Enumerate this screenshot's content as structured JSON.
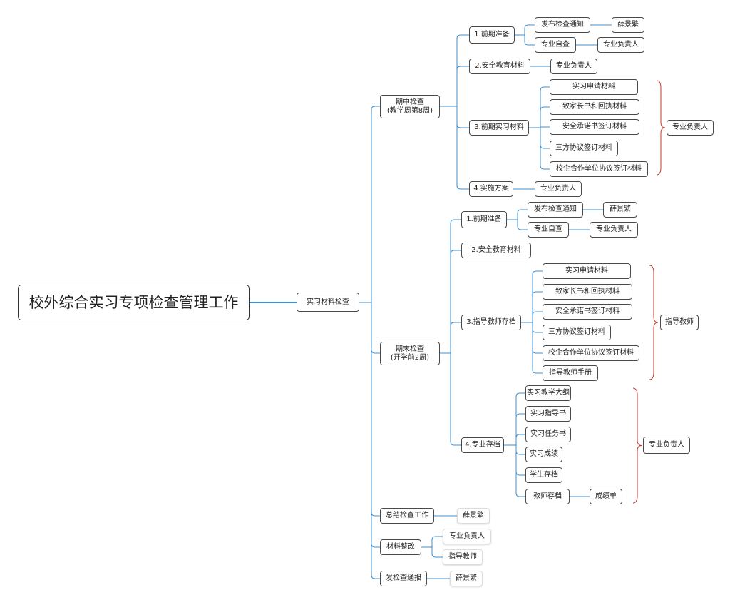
{
  "root": "校外综合实习专项检查管理工作",
  "main": "实习材料检查",
  "midterm": {
    "title": "期中检查",
    "subtitle": "(教学周第8周)",
    "prep": "1.前期准备",
    "notice": "发布检查通知",
    "notice_person": "薛景繁",
    "self_check": "专业自查",
    "self_check_person": "专业负责人",
    "safety": "2.安全教育材料",
    "safety_person": "专业负责人",
    "early_materials": "3.前期实习材料",
    "items": [
      "实习申请材料",
      "致家长书和回执材料",
      "安全承诺书签订材料",
      "三方协议签订材料",
      "校企合作单位协议签订材料"
    ],
    "items_person": "专业负责人",
    "plan": "4.实施方案",
    "plan_person": "专业负责人"
  },
  "final": {
    "title": "期末检查",
    "subtitle": "(开学前2周)",
    "prep": "1.前期准备",
    "notice": "发布检查通知",
    "notice_person": "薛景繁",
    "self_check": "专业自查",
    "self_check_person": "专业负责人",
    "safety": "2.安全教育材料",
    "teacher_archive": "3.指导教师存档",
    "teacher_items": [
      "实习申请材料",
      "致家长书和回执材料",
      "安全承诺书签订材料",
      "三方协议签订材料",
      "校企合作单位协议签订材料",
      "指导教师手册"
    ],
    "teacher_person": "指导教师",
    "major_archive": "4.专业存档",
    "major_items": [
      "实习教学大纲",
      "实习指导书",
      "实习任务书",
      "实习成绩",
      "学生存档",
      "教师存档"
    ],
    "grade_sheet": "成绩单",
    "major_person": "专业负责人"
  },
  "summary": {
    "label": "总结检查工作",
    "person": "薛景繁"
  },
  "rectify": {
    "label": "材料整改",
    "person1": "专业负责人",
    "person2": "指导教师"
  },
  "report": {
    "label": "发检查通报",
    "person": "薛景繁"
  },
  "colors": {
    "line": "#3d8fd1",
    "root_line": "#3d8fd1",
    "brace": "#c0392b"
  }
}
